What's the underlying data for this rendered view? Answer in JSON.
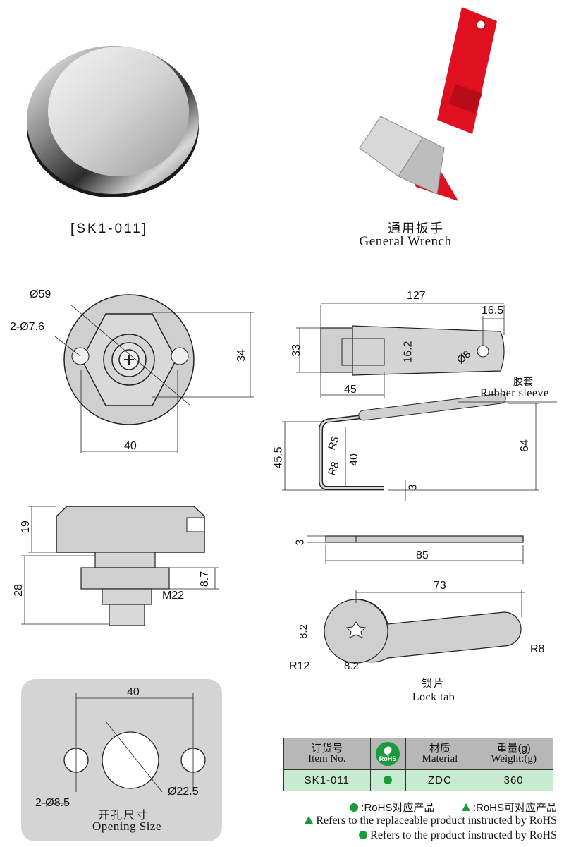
{
  "product_caption": "[SK1-011]",
  "wrench": {
    "cn": "通用扳手",
    "en": "General Wrench"
  },
  "dims_top": {
    "d59": "Ø59",
    "holes": "2-Ø7.6",
    "h34": "34",
    "w40": "40"
  },
  "dims_side": {
    "h19": "19",
    "h28": "28",
    "h8_7": "8.7",
    "thread": "M22"
  },
  "dims_wrench": {
    "len127": "127",
    "d16_5": "16.5",
    "h33": "33",
    "h16_2": "16.2",
    "hole8": "Ø8",
    "w45": "45",
    "sleeve_cn": "胶套",
    "sleeve_en": "Rubber sleeve",
    "r5": "R5",
    "r8": "R8",
    "h45_5": "45.5",
    "h40": "40",
    "h64": "64",
    "t3": "3"
  },
  "dims_tab": {
    "t3": "3",
    "len85": "85",
    "len73": "73",
    "w8_2a": "8.2",
    "w8_2b": "8.2",
    "r12": "R12",
    "r8": "R8",
    "cn": "锁片",
    "en": "Lock tab"
  },
  "opening": {
    "w40": "40",
    "d22_5": "Ø22.5",
    "holes": "2-Ø8.5",
    "cn": "开孔尺寸",
    "en": "Opening Size"
  },
  "table": {
    "headers": [
      {
        "cn": "订货号",
        "en": "Item No."
      },
      {
        "cn": "",
        "en": ""
      },
      {
        "cn": "材质",
        "en": "Material"
      },
      {
        "cn": "重量(g)",
        "en": "Weight:(g)"
      }
    ],
    "rohs_badge": "RoHS",
    "row": {
      "item": "SK1-011",
      "material": "ZDC",
      "weight": "360"
    }
  },
  "legend": {
    "line1_a": ":RoHS对应产品",
    "line1_b": ":RoHS可对应产品",
    "line2": "Refers to the replaceable product instructed by RoHS",
    "line3": "Refers to the product instructed by RoHS"
  },
  "colors": {
    "rohs_green": "#1a9a3a",
    "table_header": "#b7b7b7",
    "table_row": "#c7ebd0",
    "wrench_red": "#e01020"
  }
}
